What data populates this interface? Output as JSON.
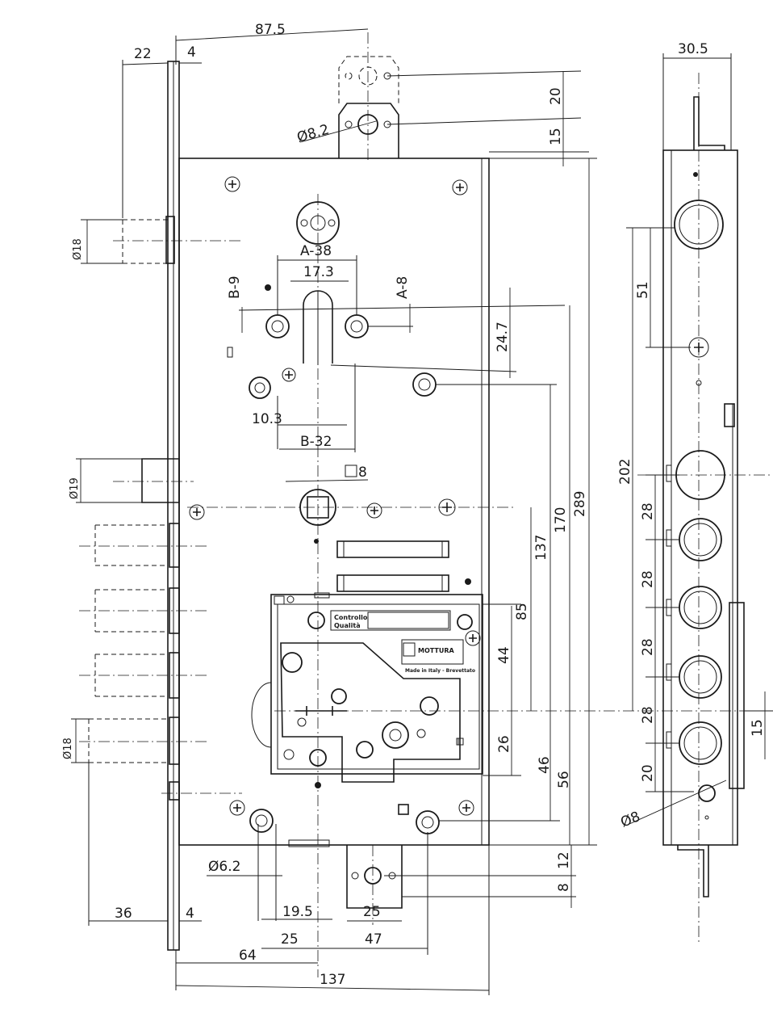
{
  "dimensions": {
    "top_87_5": "87.5",
    "top_22": "22",
    "top_4": "4",
    "v_20": "20",
    "v_15_top": "15",
    "dia_8_2": "Ø8.2",
    "dia_18_top": "Ø18",
    "a_38": "A-38",
    "d_17_3": "17.3",
    "b_9": "B-9",
    "a_8": "A-8",
    "d_24_7": "24.7",
    "d_10_3": "10.3",
    "b_32": "B-32",
    "sq_8": "8",
    "dia_19": "Ø19",
    "d_137_v": "137",
    "d_170": "170",
    "d_289": "289",
    "d_85": "85",
    "d_44": "44",
    "d_26": "26",
    "d_46": "46",
    "d_56": "56",
    "dia_18_bottom": "Ø18",
    "dia_6_2": "Ø6.2",
    "d_12": "12",
    "d_8_bottom": "8",
    "d_19_5": "19.5",
    "d_25_a": "25",
    "d_25_b": "25",
    "d_47": "47",
    "d_64": "64",
    "d_36": "36",
    "d_4_bottom": "4",
    "d_137_h": "137",
    "side_30_5": "30.5",
    "side_51": "51",
    "side_202": "202",
    "side_28_a": "28",
    "side_28_b": "28",
    "side_28_c": "28",
    "side_28_d": "28",
    "side_20": "20",
    "side_15": "15",
    "side_dia_8": "Ø8"
  },
  "plate": {
    "line1": "Controllo",
    "line2": "Qualità",
    "brand": "MOTTURA",
    "made_in": "Made in Italy - Brevettato"
  }
}
